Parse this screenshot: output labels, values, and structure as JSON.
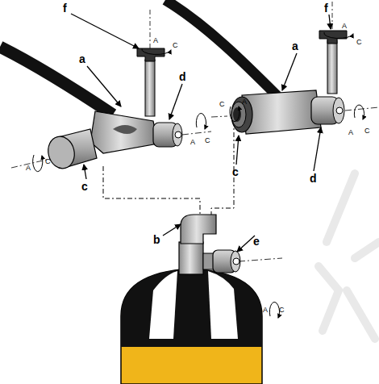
{
  "diagram": {
    "labels": [
      "f",
      "A",
      "C",
      "a",
      "d",
      "c",
      "A",
      "C",
      "A",
      "C",
      "f",
      "A",
      "C",
      "a",
      "C",
      "A",
      "c",
      "d",
      "A",
      "C",
      "b",
      "e",
      "A",
      "C"
    ]
  }
}
